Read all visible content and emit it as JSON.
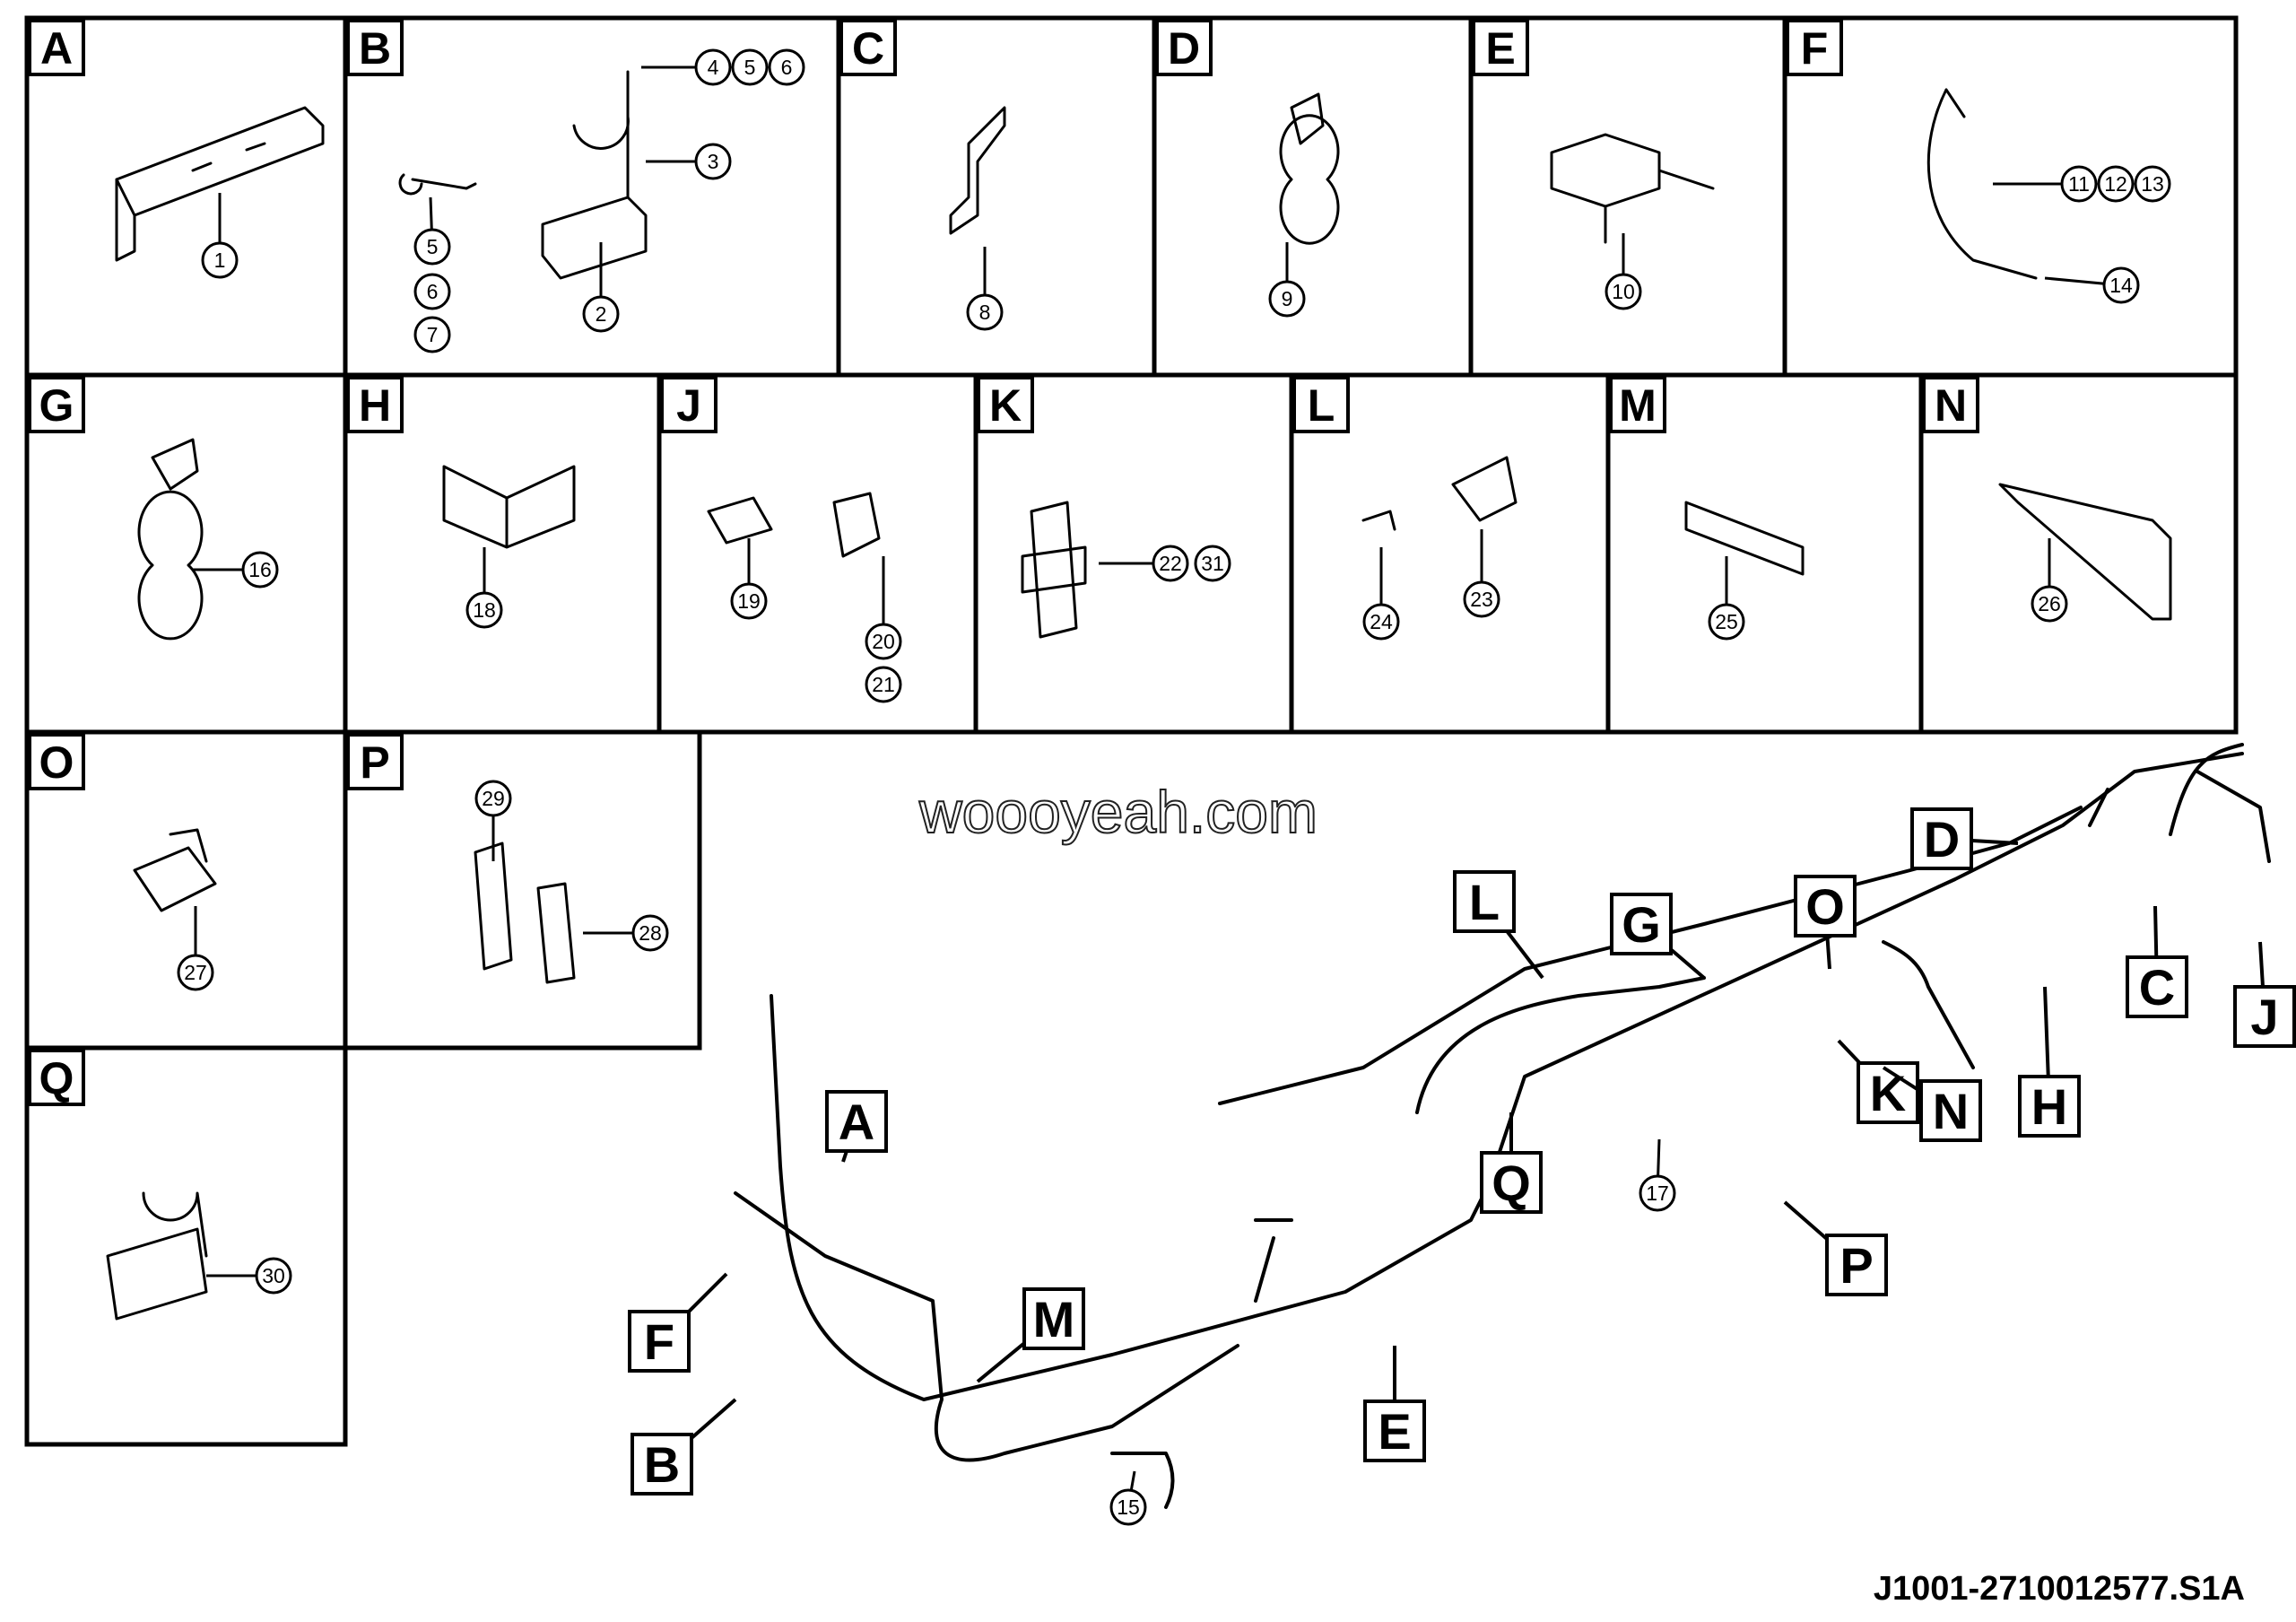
{
  "panels": [
    {
      "letter": "A",
      "parts": [
        "1"
      ]
    },
    {
      "letter": "B",
      "parts": [
        "4",
        "5",
        "6",
        "3",
        "5",
        "6",
        "7",
        "2"
      ]
    },
    {
      "letter": "C",
      "parts": [
        "8"
      ]
    },
    {
      "letter": "D",
      "parts": [
        "9"
      ]
    },
    {
      "letter": "E",
      "parts": [
        "10"
      ]
    },
    {
      "letter": "F",
      "parts": [
        "11",
        "12",
        "13",
        "14"
      ]
    },
    {
      "letter": "G",
      "parts": [
        "16"
      ]
    },
    {
      "letter": "H",
      "parts": [
        "18"
      ]
    },
    {
      "letter": "J",
      "parts": [
        "19",
        "20",
        "21"
      ]
    },
    {
      "letter": "K",
      "parts": [
        "22",
        "31"
      ]
    },
    {
      "letter": "L",
      "parts": [
        "24",
        "23"
      ]
    },
    {
      "letter": "M",
      "parts": [
        "25"
      ]
    },
    {
      "letter": "N",
      "parts": [
        "26"
      ]
    },
    {
      "letter": "O",
      "parts": [
        "27"
      ]
    },
    {
      "letter": "P",
      "parts": [
        "29",
        "28"
      ]
    },
    {
      "letter": "Q",
      "parts": [
        "30"
      ]
    }
  ],
  "assembly": {
    "location_callouts": [
      "A",
      "B",
      "C",
      "D",
      "E",
      "F",
      "G",
      "H",
      "J",
      "K",
      "L",
      "M",
      "N",
      "O",
      "P",
      "Q"
    ],
    "part_callouts": [
      "15",
      "17"
    ]
  },
  "watermark": "woooyeah.com",
  "document_code": "J1001-2710012577.S1A"
}
